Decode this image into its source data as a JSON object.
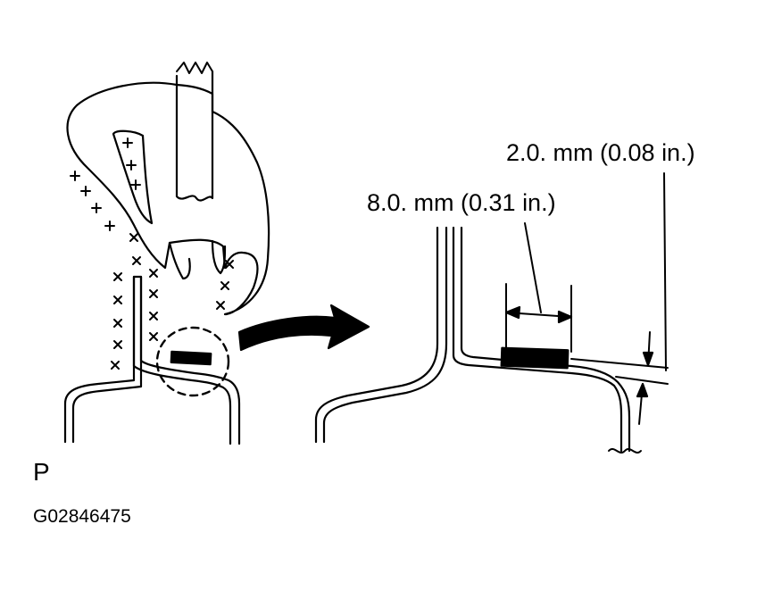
{
  "labels": {
    "dimension_right": "2.0. mm (0.08 in.)",
    "dimension_left": "8.0. mm (0.31 in.)",
    "view_letter": "P",
    "figure_code": "G02846475"
  },
  "colors": {
    "line": "#000000",
    "background": "#ffffff"
  },
  "icons": {
    "cross_marker": "×",
    "plus_marker": "+"
  }
}
